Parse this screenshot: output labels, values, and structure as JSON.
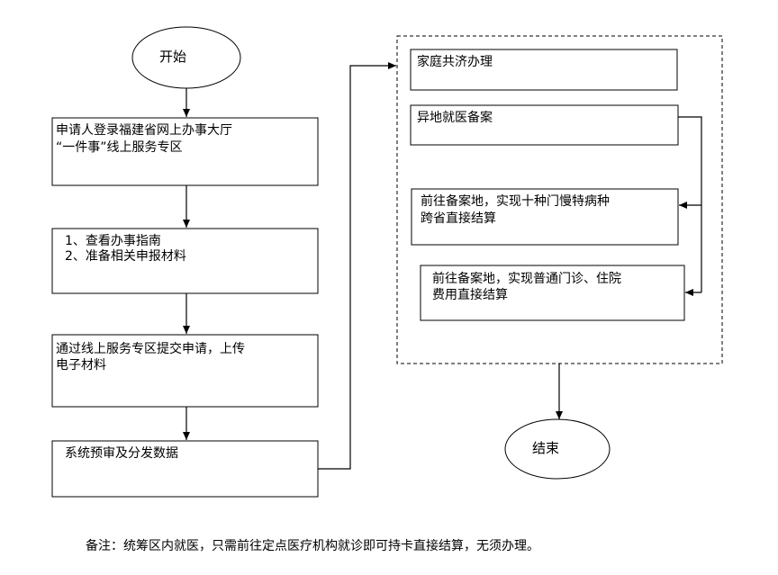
{
  "nodes": {
    "start": "开始",
    "step1_line1": "申请人登录福建省网上办事大厅",
    "step1_line2": "“一件事”线上服务专区",
    "step2_line1": "1、查看办事指南",
    "step2_line2": "2、准备相关申报材料",
    "step3_line1": "通过线上服务专区提交申请，上传",
    "step3_line2": "电子材料",
    "step4": "系统预审及分发数据",
    "family": "家庭共济办理",
    "remote": "异地就医备案",
    "chronic_line1": "前往备案地，实现十种门慢特病种",
    "chronic_line2": "跨省直接结算",
    "general_line1": "前往备案地，实现普通门诊、住院",
    "general_line2": "费用直接结算",
    "end": "结束"
  },
  "footnote": "备注：统筹区内就医，只需前往定点医疗机构就诊即可持卡直接结算，无须办理。"
}
